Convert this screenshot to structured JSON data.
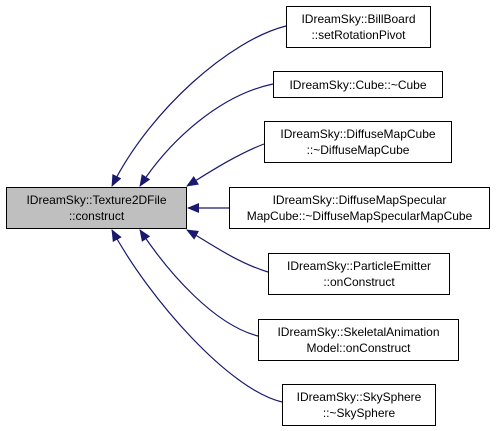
{
  "diagram": {
    "root": {
      "id": "root",
      "lines": [
        "IDreamSky::Texture2DFile",
        "::construct"
      ]
    },
    "callers": [
      {
        "id": "billboard",
        "lines": [
          "IDreamSky::BillBoard",
          "::setRotationPivot"
        ]
      },
      {
        "id": "cube",
        "lines": [
          "IDreamSky::Cube::~Cube"
        ]
      },
      {
        "id": "diffusemapcube",
        "lines": [
          "IDreamSky::DiffuseMapCube",
          "::~DiffuseMapCube"
        ]
      },
      {
        "id": "diffusemapspecular",
        "lines": [
          "IDreamSky::DiffuseMapSpecular",
          "MapCube::~DiffuseMapSpecularMapCube"
        ]
      },
      {
        "id": "particleemitter",
        "lines": [
          "IDreamSky::ParticleEmitter",
          "::onConstruct"
        ]
      },
      {
        "id": "skeletalanimation",
        "lines": [
          "IDreamSky::SkeletalAnimation",
          "Model::onConstruct"
        ]
      },
      {
        "id": "skysphere",
        "lines": [
          "IDreamSky::SkySphere",
          "::~SkySphere"
        ]
      }
    ],
    "colors": {
      "edge": "#191970",
      "root_fill": "#bfbfbf",
      "node_fill": "#ffffff",
      "node_border": "#000000"
    }
  }
}
